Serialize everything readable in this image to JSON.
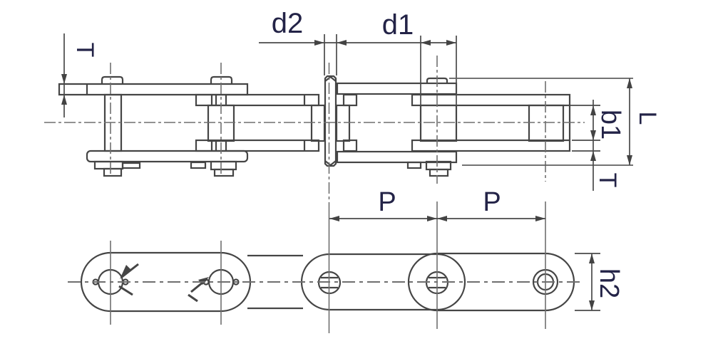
{
  "drawing": {
    "type": "roller-chain engineering drawing, side elevation and plan view",
    "labels": {
      "thickness_left": "T",
      "pin_diameter": "d2",
      "roller_diameter": "d1",
      "pin_length": "L",
      "inner_width": "b1",
      "plate_thickness": "T",
      "pitch_a": "P",
      "pitch_b": "P",
      "plate_height": "h2"
    },
    "colors": {
      "object_line": "#454545",
      "dimension_line": "#4a4a4a",
      "centerline": "#6f6f6f",
      "label_text": "#232347",
      "background": "#ffffff"
    }
  }
}
